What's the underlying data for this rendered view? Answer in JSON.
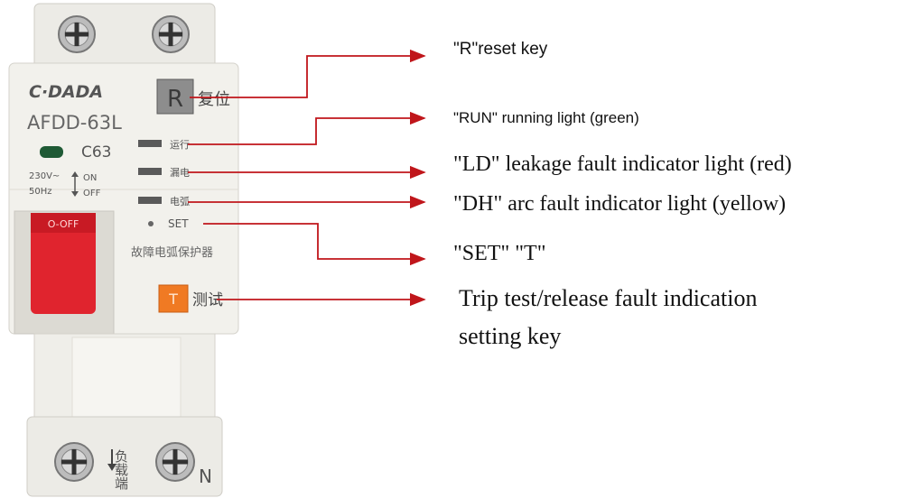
{
  "device": {
    "brand": "C·DADA",
    "model": "AFDD-63L",
    "rating": "C63",
    "voltage": "230V~",
    "frequency": "50Hz",
    "on_text": "ON",
    "off_text": "OFF",
    "lever_text": "O-OFF",
    "reset_key": "R",
    "reset_cn": "复位",
    "run_cn": "运行",
    "leak_cn": "漏电",
    "arc_cn": "电弧",
    "set_text": "SET",
    "product_cn": "故障电弧保护器",
    "test_cn": "测试",
    "load_cn": "负载端",
    "neutral": "N"
  },
  "labels": {
    "reset": "\"R\"reset key",
    "run": "\"RUN\" running light (green)",
    "ld": "\"LD\" leakage fault indicator light (red)",
    "dh": "\"DH\" arc fault indicator light (yellow)",
    "set": "\"SET\" \"T\"",
    "trip_line1": "Trip test/release fault indication",
    "trip_line2": "setting key"
  },
  "colors": {
    "leader": "#c0161b",
    "lever": "#e0242e",
    "test_button": "#f07a23",
    "run_led": "#1f5a35"
  }
}
